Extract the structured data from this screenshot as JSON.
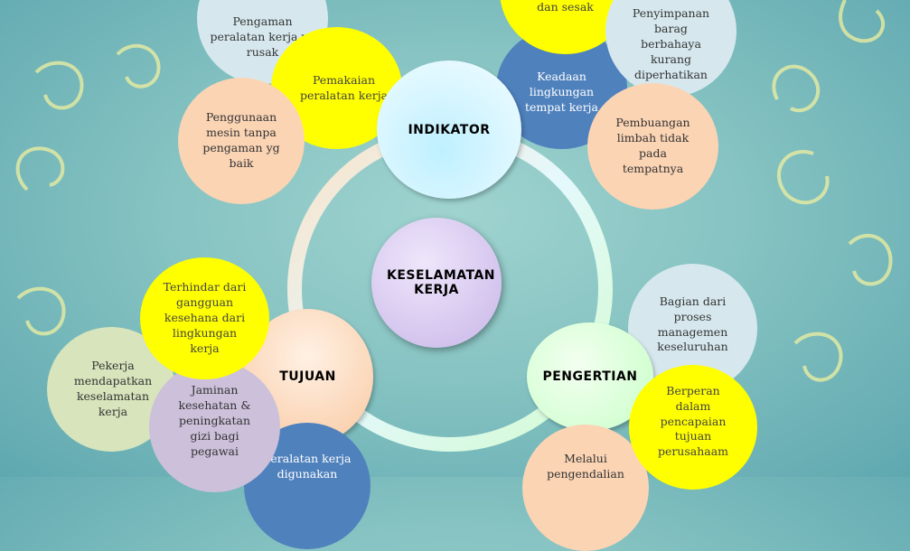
{
  "center": {
    "label": "KESELAMATAN KERJA"
  },
  "hubs": {
    "indikator": "INDIKATOR",
    "tujuan": "TUJUAN",
    "pengertian": "PENGERTIAN"
  },
  "indikator_items": {
    "pengaman_rusak": "Pengaman peralatan kerja yg rusak",
    "pemakaian": "Pemakaian peralatan kerja",
    "penggunaan_mesin": "Penggunaan mesin tanpa pengaman yg baik",
    "sempit_sesak": "dan sesak",
    "keadaan_lingkungan": "Keadaan lingkungan tempat kerja",
    "penyimpanan": "Penyimpanan barag berbahaya kurang diperhatikan",
    "pembuangan": "Pembuangan limbah tidak pada tempatnya"
  },
  "tujuan_items": {
    "terhindar": "Terhindar dari gangguan kesehana dari lingkungan kerja",
    "pekerja": "Pekerja mendapatkan keselamatan kerja",
    "jaminan": "Jaminan kesehatan & peningkatan gizi bagi pegawai",
    "peralatan": "Peralatan kerja digunakan"
  },
  "pengertian_items": {
    "bagian": "Bagian dari proses managemen keseluruhan",
    "berperan": "Berperan dalam pencapaian tujuan perusahaam",
    "melalui": "Melalui pengendalian"
  },
  "colors": {
    "yellow": "#ffff00",
    "peach": "#fbd4b4",
    "light_blue": "#d6e8ee",
    "steel_blue": "#4f81bd",
    "lavender": "#ccc0da",
    "sage": "#d7e4bc"
  }
}
